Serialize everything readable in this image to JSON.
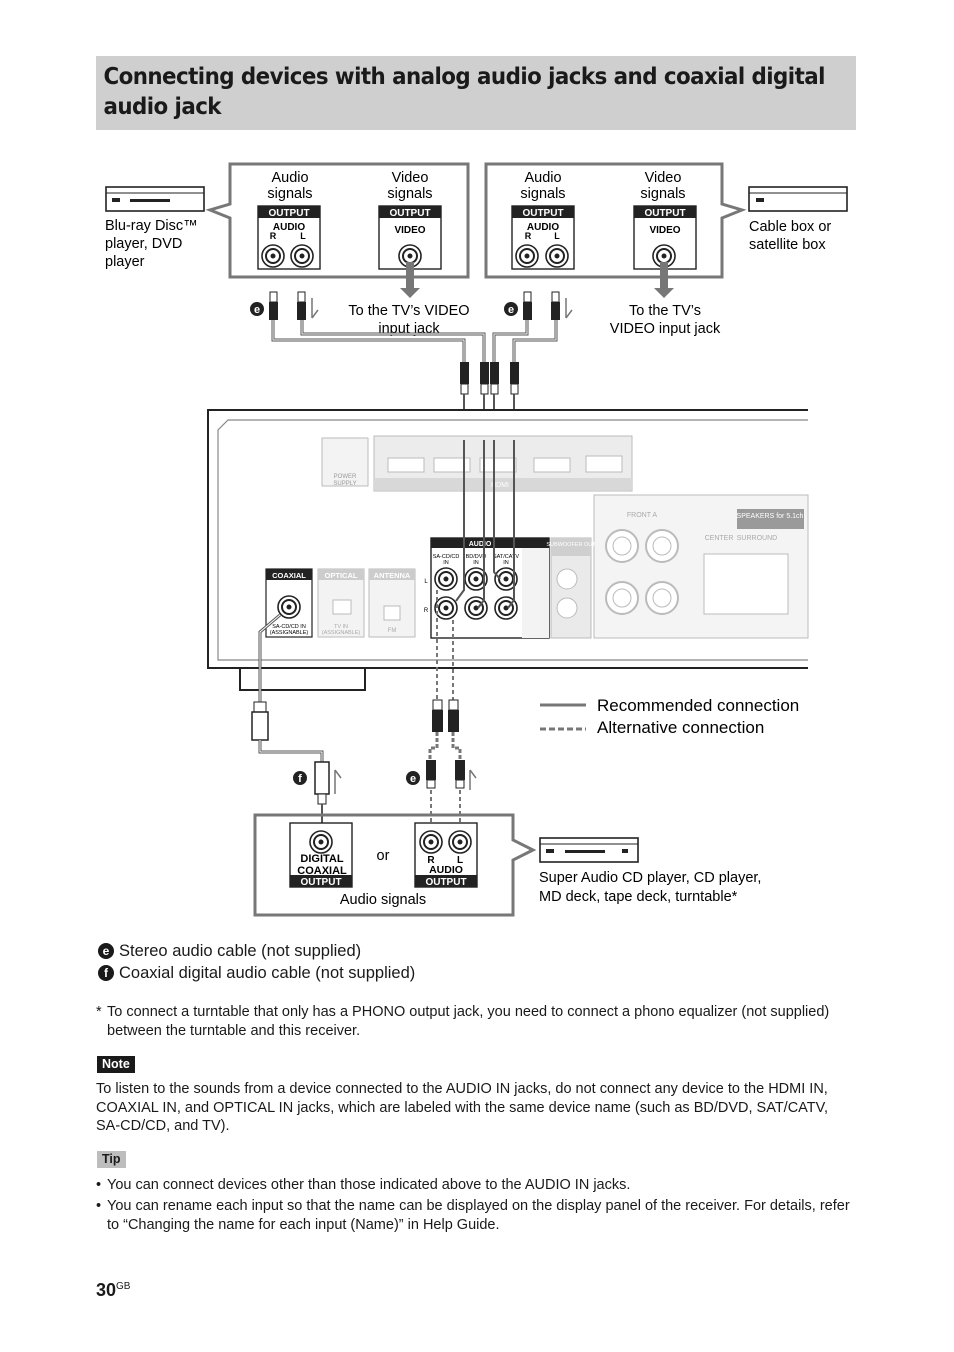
{
  "title": "Connecting devices with analog audio jacks and coaxial digital audio jack",
  "diagram": {
    "left_box": {
      "audio_signals": [
        "Audio",
        "signals"
      ],
      "video_signals": [
        "Video",
        "signals"
      ],
      "output": "OUTPUT",
      "audio": "AUDIO",
      "video": "VIDEO",
      "r": "R",
      "l": "L"
    },
    "right_box": {
      "audio_signals": [
        "Audio",
        "signals"
      ],
      "video_signals": [
        "Video",
        "signals"
      ],
      "output": "OUTPUT",
      "audio": "AUDIO",
      "video": "VIDEO",
      "r": "R",
      "l": "L"
    },
    "bluray_label": [
      "Blu-ray Disc™",
      "player, DVD",
      "player"
    ],
    "cable_label": [
      "Cable box or",
      "satellite box"
    ],
    "tv_video_left": [
      "To the TV’s VIDEO",
      "input jack"
    ],
    "tv_video_right": [
      "To the TV’s",
      "VIDEO input jack"
    ],
    "marker_e": "e",
    "marker_f": "f",
    "receiver": {
      "coaxial": "COAXIAL",
      "optical": "OPTICAL",
      "antenna": "ANTENNA",
      "audio": "AUDIO",
      "sacd_in": "SA-CD/CD",
      "bd_dvd_in": "BD/DVD",
      "sat_catv_in": "SAT/CATV",
      "in": "IN",
      "subwoofer_out": "SUBWOOFER OUT",
      "hdmi": "HDMI",
      "front_a": "FRONT A",
      "center": "CENTER",
      "surround": "SURROUND",
      "speakers": "SPEAKERS for 5.1ch",
      "coax_jack_label": [
        "SA-CD/CD IN",
        "(ASSIGNABLE)"
      ],
      "power_supply": [
        "POWER",
        "SUPPLY"
      ],
      "tv_in": [
        "TV IN",
        "(ASSIGNABLE)"
      ],
      "fm": "FM",
      "l": "L",
      "r": "R"
    },
    "legend": {
      "recommended": "Recommended connection",
      "alternative": "Alternative connection"
    },
    "bottom_box": {
      "digital": "DIGITAL",
      "coaxial": "COAXIAL",
      "output": "OUTPUT",
      "or": "or",
      "r": "R",
      "l": "L",
      "audio": "AUDIO",
      "audio_signals": "Audio signals"
    },
    "sacd_label": [
      "Super Audio CD player, CD player,",
      "MD deck, tape deck, turntable*"
    ]
  },
  "cables": [
    {
      "marker": "e",
      "text": "Stereo audio cable (not supplied)"
    },
    {
      "marker": "f",
      "text": "Coaxial digital audio cable (not supplied)"
    }
  ],
  "footnote": {
    "star": "*",
    "text": "To connect a turntable that only has a PHONO output jack, you need to connect a phono equalizer (not supplied) between the turntable and this receiver."
  },
  "note": {
    "label": "Note",
    "text": "To listen to the sounds from a device connected to the AUDIO IN jacks, do not connect any device to the HDMI IN, COAXIAL IN, and OPTICAL IN jacks, which are labeled with the same device name (such as BD/DVD, SAT/CATV, SA-CD/CD, and TV)."
  },
  "tip": {
    "label": "Tip",
    "items": [
      "You can connect devices other than those indicated above to the AUDIO IN jacks.",
      "You can rename each input so that the name can be displayed on the display panel of the receiver. For details, refer to “Changing the name for each input (Name)” in Help Guide."
    ]
  },
  "page": {
    "number": "30",
    "suffix": "GB"
  }
}
